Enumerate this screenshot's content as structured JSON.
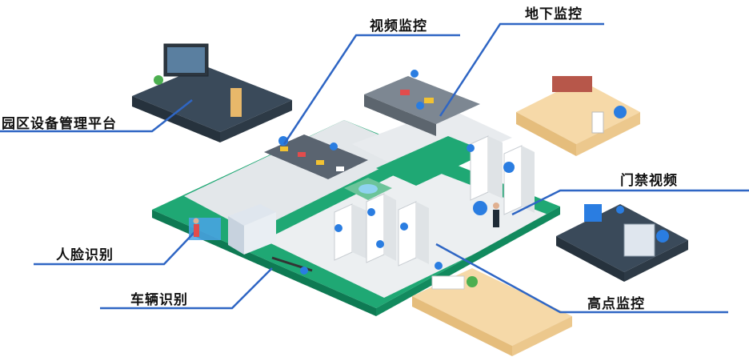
{
  "labels": {
    "platform": "园区设备管理平台",
    "video": "视频监控",
    "underground": "地下监控",
    "access": "门禁视频",
    "face": "人脸识别",
    "vehicle": "车辆识别",
    "highpoint": "高点监控"
  },
  "colors": {
    "line": "#2f66c4",
    "green": "#1fa874",
    "road": "#e8ebee",
    "panel_dark": "#3a4a5a",
    "panel_warm": "#f6d9a8",
    "camera": "#2a7de1"
  }
}
